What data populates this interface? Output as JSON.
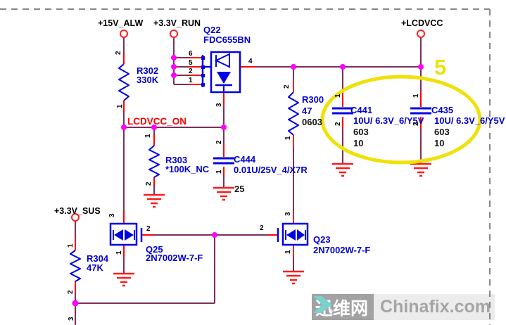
{
  "schematic": {
    "page_ref_text": "25",
    "offsheet_pin": "3",
    "highlight": {
      "number": "5"
    },
    "power_nets": {
      "alw15": "+15V_ALW",
      "run3v3": "+3.3V_RUN",
      "lcdvcc": "+LCDVCC",
      "sus3v3": "+3.3V_SUS"
    },
    "net_labels": {
      "lcdvcc_on": "LCDVCC_ON"
    },
    "components": {
      "q22": {
        "ref": "Q22",
        "value": "FDC655BN",
        "pins": {
          "p1": "1",
          "p2": "2",
          "p3": "3",
          "p4": "4",
          "p5": "5",
          "p6": "6"
        }
      },
      "r302": {
        "ref": "R302",
        "value": "330K",
        "pins": {
          "p1": "1",
          "p2": "2"
        }
      },
      "r303": {
        "ref": "R303",
        "value": "*100K_NC",
        "pins": {
          "p1": "1",
          "p2": "2"
        }
      },
      "r300": {
        "ref": "R300",
        "value": "47",
        "footprint": "0603",
        "pins": {
          "p1": "1",
          "p2": "2"
        }
      },
      "r304": {
        "ref": "R304",
        "value": "47K",
        "pins": {
          "p1": "1",
          "p2": "2"
        }
      },
      "c444": {
        "ref": "C444",
        "value": "0.01U/25V_4/X7R",
        "pins": {
          "p1": "1",
          "p2": "2"
        }
      },
      "c441": {
        "ref": "C441",
        "value": "10U/ 6.3V_6/Y5V",
        "line3": "603",
        "line4": "10",
        "pins": {
          "p1": "1",
          "p2": "2"
        }
      },
      "c435": {
        "ref": "C435",
        "value": "10U/ 6.3V_6/Y5V",
        "line3": "603",
        "line4": "10",
        "pins": {
          "p1": "1",
          "p2": "2"
        }
      },
      "q25": {
        "ref": "Q25",
        "value": "2N7002W-7-F",
        "pins": {
          "p1": "1",
          "p2": "2",
          "p3": "3"
        }
      },
      "q23": {
        "ref": "Q23",
        "value": "2N7002W-7-F",
        "pins": {
          "p1": "1",
          "p2": "2",
          "p3": "3"
        }
      }
    },
    "colors": {
      "wire": "#7d2e5c",
      "symbol_blue": "#0000e6",
      "label_blue": "#0000d2",
      "junction_magenta": "#ff00ff",
      "pin_stub_red": "#ff0000",
      "net_label_red": "#ff0000",
      "highlight_yellow": "#f0e10a",
      "border_gray": "#8a8a8a"
    }
  },
  "watermark": {
    "site_cn": "迅维网",
    "site_en": "Chinafix.com",
    "teal": "#7ad2cc"
  }
}
